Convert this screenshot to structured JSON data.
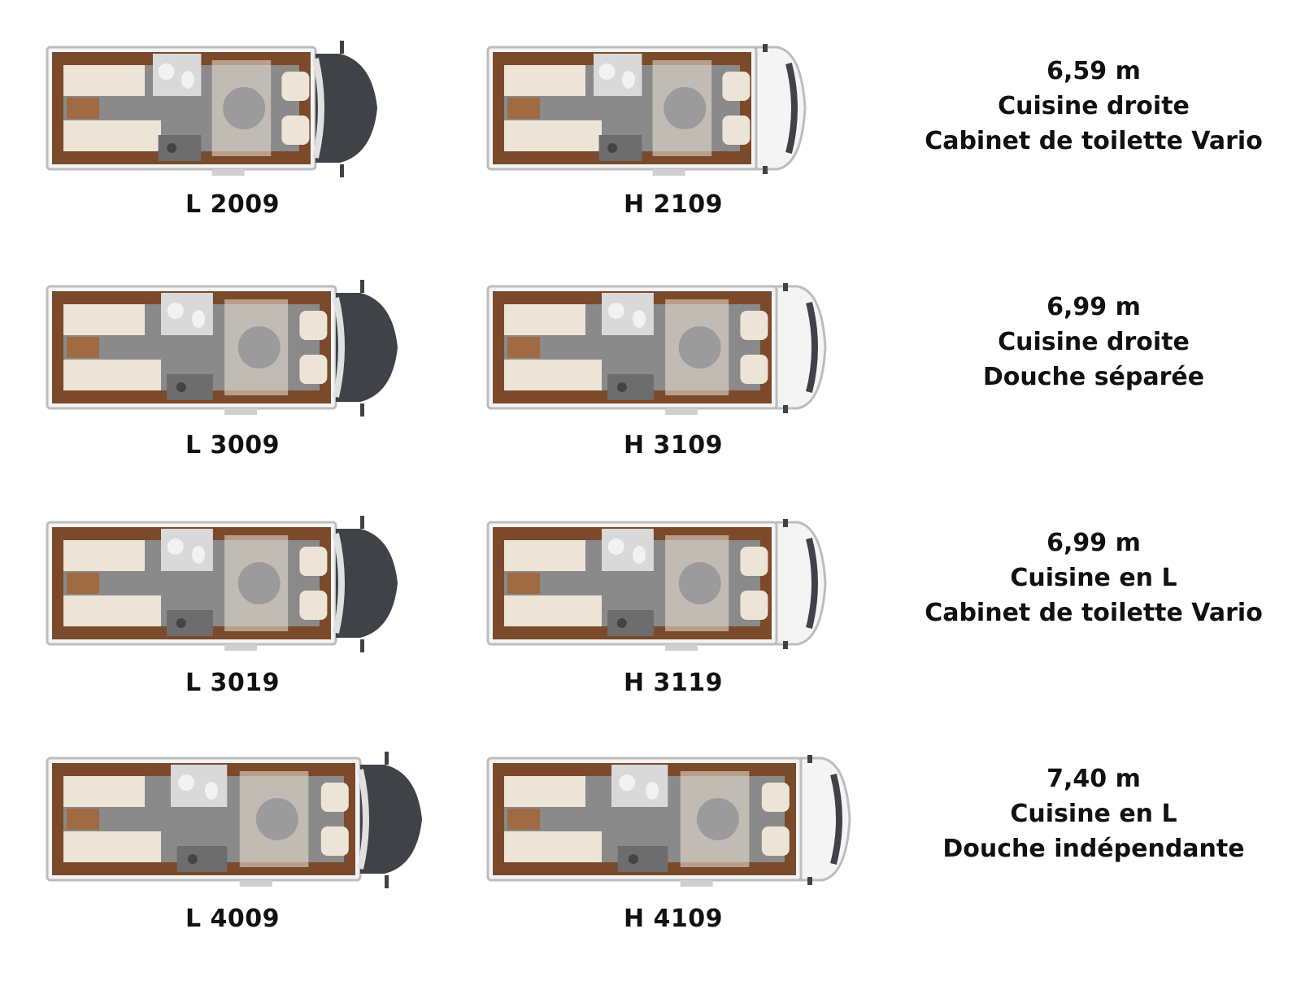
{
  "colors": {
    "wood": "#7a4a2a",
    "wood_light": "#a06a42",
    "floor": "#8a8a8a",
    "cream": "#ece4d6",
    "shell": "#f4f4f4",
    "outline": "#bdbdbd",
    "cab_dark": "#3f4247"
  },
  "rows": [
    {
      "length": "6,59 m",
      "kitchen": "Cuisine droite",
      "bathroom": "Cabinet de toilette Vario",
      "layouts": [
        {
          "model": "L 2009",
          "cab": "integrated-cab-visible"
        },
        {
          "model": "H 2109",
          "cab": "integrated-front"
        }
      ]
    },
    {
      "length": "6,99 m",
      "kitchen": "Cuisine droite",
      "bathroom": "Douche séparée",
      "layouts": [
        {
          "model": "L 3009",
          "cab": "integrated-cab-visible"
        },
        {
          "model": "H 3109",
          "cab": "integrated-front"
        }
      ]
    },
    {
      "length": "6,99 m",
      "kitchen": "Cuisine en L",
      "bathroom": "Cabinet de toilette Vario",
      "layouts": [
        {
          "model": "L 3019",
          "cab": "integrated-cab-visible"
        },
        {
          "model": "H 3119",
          "cab": "integrated-front"
        }
      ]
    },
    {
      "length": "7,40 m",
      "kitchen": "Cuisine en L",
      "bathroom": "Douche indépendante",
      "layouts": [
        {
          "model": "L 4009",
          "cab": "integrated-cab-visible"
        },
        {
          "model": "H 4109",
          "cab": "integrated-front"
        }
      ]
    }
  ]
}
